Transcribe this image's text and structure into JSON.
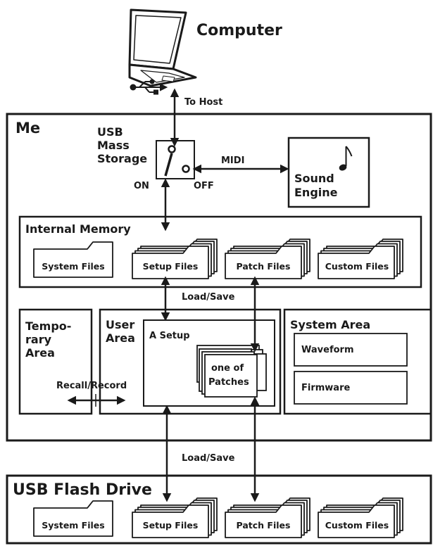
{
  "computer": {
    "label": "Computer",
    "usb_icon": "usb-icon",
    "laptop_icon": "laptop-icon"
  },
  "to_host": "To Host",
  "device": {
    "label": "Me"
  },
  "switch": {
    "title_lines": [
      "USB",
      "Mass",
      "Storage"
    ],
    "on_label": "ON",
    "off_label": "OFF"
  },
  "midi": "MIDI",
  "sound_engine": {
    "lines": [
      "Sound",
      "Engine"
    ],
    "icon": "music-note-icon"
  },
  "internal_memory": {
    "title": "Internal Memory",
    "folders": [
      "System Files",
      "Setup Files",
      "Patch Files",
      "Custom Files"
    ]
  },
  "load_save_top": "Load/Save",
  "temporary_area": {
    "lines": [
      "Tempo-",
      "rary",
      "Area"
    ]
  },
  "recall_record": "Recall/Record",
  "user_area": {
    "lines": [
      "User",
      "Area"
    ],
    "setup_label": "A Setup",
    "patches_lines": [
      "one of",
      "Patches"
    ]
  },
  "system_area": {
    "title": "System Area",
    "items": [
      "Waveform",
      "Firmware"
    ]
  },
  "load_save_bottom": "Load/Save",
  "usb_flash": {
    "title": "USB Flash Drive",
    "folders": [
      "System Files",
      "Setup Files",
      "Patch Files",
      "Custom Files"
    ]
  },
  "colors": {
    "stroke": "#1a1a1a",
    "background": "#ffffff"
  }
}
